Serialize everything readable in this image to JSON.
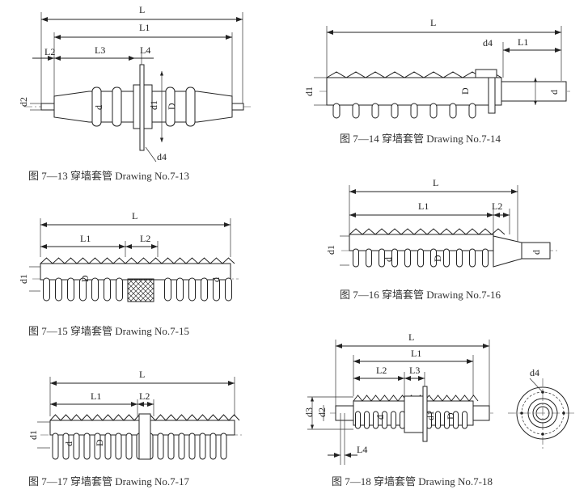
{
  "figures": [
    {
      "id": "7-13",
      "caption": "图 7—13  穿墙套管  Drawing No.7-13",
      "labels": {
        "L": "L",
        "L1": "L1",
        "L2": "L2",
        "L3": "L3",
        "L4": "L4",
        "d": "d",
        "d1": "d1",
        "d2": "d2",
        "d4": "d4",
        "D": "D"
      }
    },
    {
      "id": "7-14",
      "caption": "图 7—14  穿墙套管  Drawing No.7-14",
      "labels": {
        "L": "L",
        "L1": "L1",
        "d": "d",
        "d1": "d1",
        "d4": "d4",
        "D": "D"
      }
    },
    {
      "id": "7-15",
      "caption": "图 7—15  穿墙套管  Drawing No.7-15",
      "labels": {
        "L": "L",
        "L1": "L1",
        "L2": "L2",
        "d": "d",
        "d1": "d1",
        "D": "D"
      }
    },
    {
      "id": "7-16",
      "caption": "图 7—16  穿墙套管  Drawing No.7-16",
      "labels": {
        "L": "L",
        "L1": "L1",
        "L2": "L2",
        "d": "d",
        "d1": "d1",
        "D": "D"
      }
    },
    {
      "id": "7-17",
      "caption": "图 7—17  穿墙套管  Drawing No.7-17",
      "labels": {
        "L": "L",
        "L1": "L1",
        "L2": "L2",
        "d": "d",
        "d1": "d1",
        "D": "D"
      }
    },
    {
      "id": "7-18",
      "caption": "图 7—18  穿墙套管  Drawing No.7-18",
      "labels": {
        "L": "L",
        "L1": "L1",
        "L2": "L2",
        "L3": "L3",
        "L4": "L4",
        "d": "d",
        "d1": "d1",
        "d2": "d2",
        "d3": "d3",
        "d4": "d4",
        "D": "D"
      }
    }
  ]
}
